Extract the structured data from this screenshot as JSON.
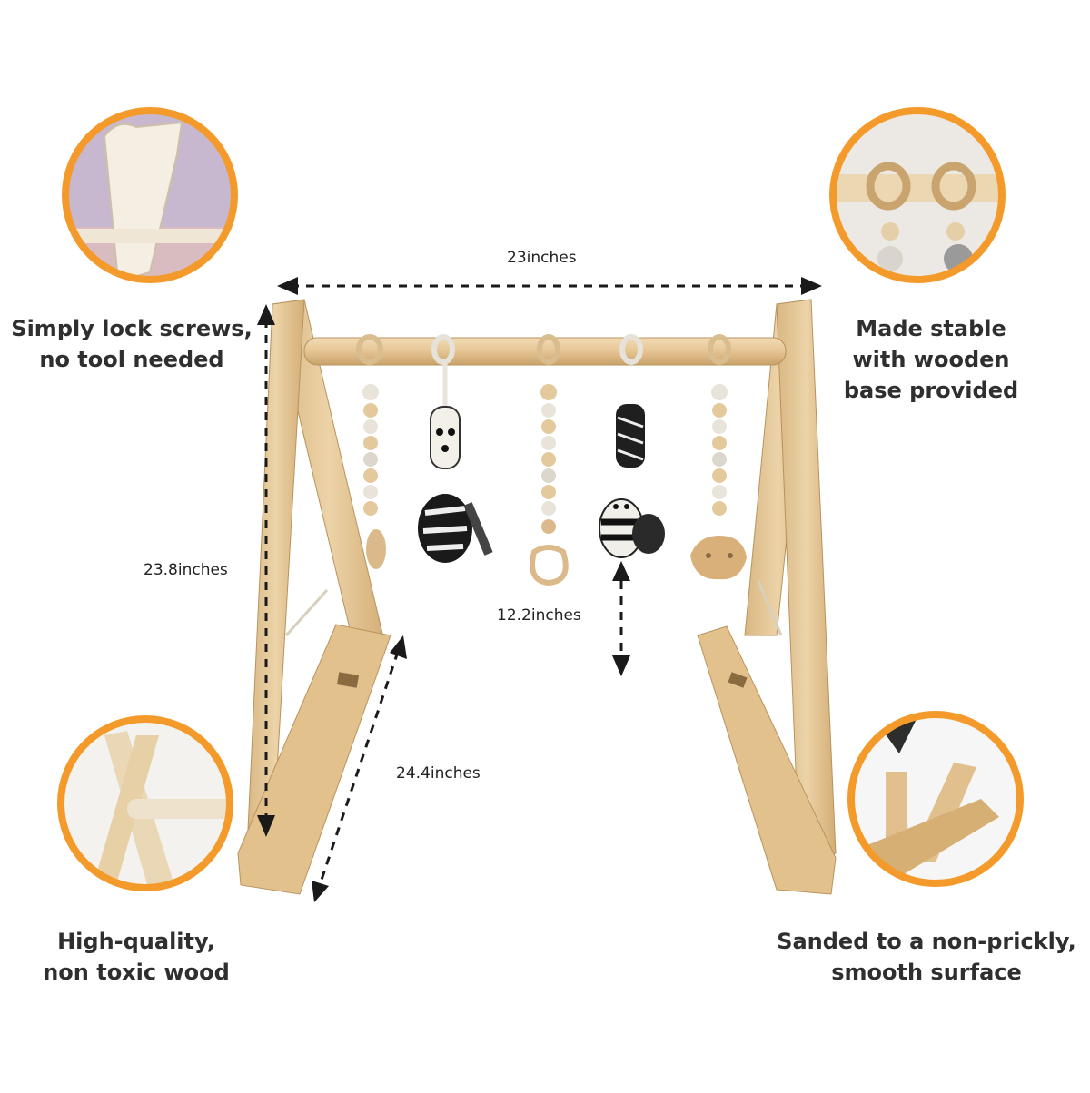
{
  "captions": {
    "top_left": "Simply lock screws,\nno tool needed",
    "top_right": "Made stable\nwith wooden\nbase provided",
    "bottom_left": "High-quality,\nnon toxic wood",
    "bottom_right": "Sanded to a non-prickly,\nsmooth surface"
  },
  "dimensions": {
    "width": "23inches",
    "height": "23.8inches",
    "clearance": "12.2inches",
    "depth": "24.4inches"
  },
  "colors": {
    "accent": "#f39a2b",
    "wood": "#e6c79a",
    "wood_dark": "#c9a36c",
    "arrow": "#1a1a1a"
  }
}
